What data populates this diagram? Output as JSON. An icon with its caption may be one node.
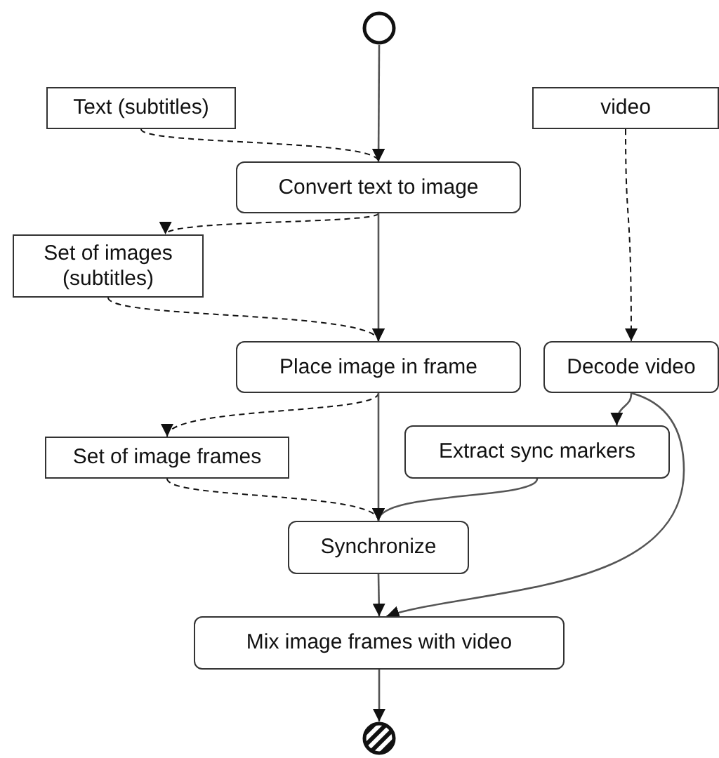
{
  "diagram": {
    "nodes": [
      {
        "text": [],
        "shape": "circle"
      },
      {
        "text": [
          "Text (subtitles)"
        ]
      },
      {
        "text": [
          "video"
        ]
      },
      {
        "text": [
          "Convert text to image"
        ]
      },
      {
        "text": [
          "Set of images (subtitles)"
        ]
      },
      {
        "text": [
          "Place image in frame"
        ]
      },
      {
        "text": [
          "Decode video"
        ]
      },
      {
        "text": [
          "Set of image frames"
        ]
      },
      {
        "text": [
          "Extract sync markers"
        ]
      },
      {
        "text": [
          "Synchronize"
        ]
      },
      {
        "text": [
          "Mix image frames with video"
        ]
      },
      {
        "text": [],
        "shape": "circle"
      }
    ],
    "edges": [
      {
        "from": 0,
        "to": 3,
        "arrow": "to"
      },
      {
        "from": 1,
        "to": 3,
        "arrow": "to",
        "style": "dashed"
      },
      {
        "from": 3,
        "to": 4,
        "arrow": "to",
        "style": "dashed"
      },
      {
        "from": 3,
        "to": 5,
        "arrow": "to"
      },
      {
        "from": 4,
        "to": 5,
        "arrow": "to",
        "style": "dashed"
      },
      {
        "from": 2,
        "to": 6,
        "arrow": "to",
        "style": "dashed"
      },
      {
        "from": 5,
        "to": 7,
        "arrow": "to",
        "style": "dashed"
      },
      {
        "from": 5,
        "to": 9,
        "arrow": "to"
      },
      {
        "from": 6,
        "to": 8,
        "arrow": "to"
      },
      {
        "from": 6,
        "to": 10,
        "arrow": "to"
      },
      {
        "from": 7,
        "to": 9,
        "arrow": "to",
        "style": "dashed"
      },
      {
        "from": 8,
        "to": 9,
        "arrow": "to"
      },
      {
        "from": 9,
        "to": 10,
        "arrow": "to"
      },
      {
        "from": 10,
        "to": 11,
        "arrow": "to"
      }
    ]
  }
}
